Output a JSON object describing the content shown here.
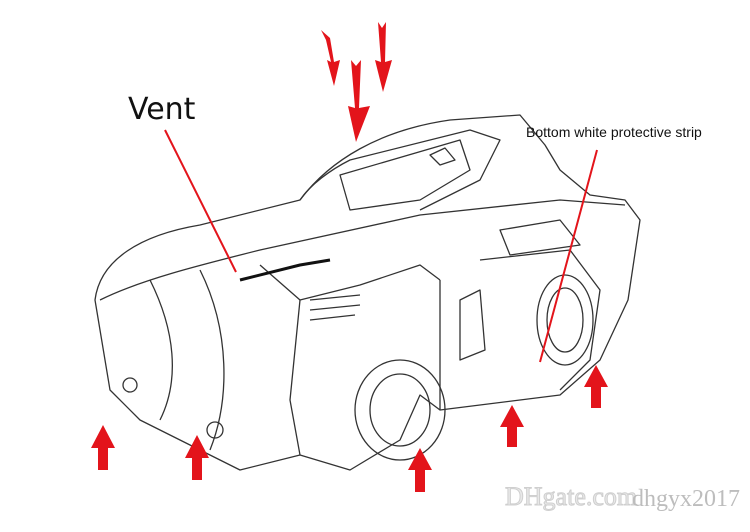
{
  "labels": {
    "vent": "Vent",
    "bottom_strip": "Bottom white protective strip"
  },
  "watermark": {
    "logo": "DHgate.com",
    "user": "dhgyx2017"
  },
  "colors": {
    "arrow": "#e3141b",
    "sketch": "#333333"
  }
}
